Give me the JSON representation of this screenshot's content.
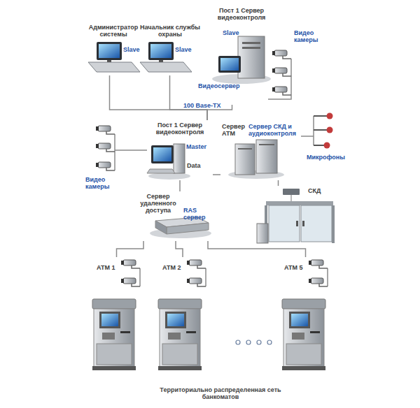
{
  "diagram": {
    "caption": "Территориально распределенная сеть банкоматов",
    "nodes": [
      {
        "text": [
          "Администратор системы",
          "Slave"
        ]
      },
      {
        "text": [
          "Начальник службы охраны",
          "Slave"
        ]
      },
      {
        "text": [
          "Пост 1 Сервер видеоконтроля",
          "Slave",
          "Видеосервер"
        ]
      },
      {
        "text": [
          "Видео камеры"
        ]
      },
      {
        "text": [
          "Пост 1 Сервер видеоконтроля",
          "Master",
          "Data"
        ]
      },
      {
        "text": [
          "Видео камеры"
        ]
      },
      {
        "text": [
          "Сервер АТМ",
          "Сервер СКД и аудиоконтроля"
        ]
      },
      {
        "text": [
          "Микрофоны"
        ]
      },
      {
        "text": [
          "СКД"
        ]
      },
      {
        "text": [
          "Сервер удаленного доступа",
          "RAS сервер"
        ]
      },
      {
        "text": [
          "АТМ 1"
        ]
      },
      {
        "text": [
          "АТМ 2"
        ]
      },
      {
        "text": [
          "АТМ 5"
        ]
      }
    ],
    "edges": [
      {
        "from": 0,
        "to": 4,
        "arrow": "none"
      },
      {
        "from": 1,
        "to": 4,
        "arrow": "none"
      },
      {
        "from": 2,
        "to": 4,
        "arrow": "none"
      },
      {
        "from": 3,
        "to": 2,
        "arrow": "none"
      },
      {
        "from": 5,
        "to": 4,
        "arrow": "none"
      },
      {
        "from": 6,
        "to": 4,
        "arrow": "none"
      },
      {
        "from": 7,
        "to": 6,
        "arrow": "none"
      },
      {
        "from": 6,
        "to": 8,
        "arrow": "none"
      },
      {
        "from": 4,
        "to": 9,
        "arrow": "none"
      },
      {
        "from": 9,
        "to": 10,
        "arrow": "none"
      },
      {
        "from": 9,
        "to": 11,
        "arrow": "none"
      },
      {
        "from": 9,
        "to": 12,
        "arrow": "none"
      }
    ],
    "labels": [
      "100 Base-TX"
    ]
  }
}
